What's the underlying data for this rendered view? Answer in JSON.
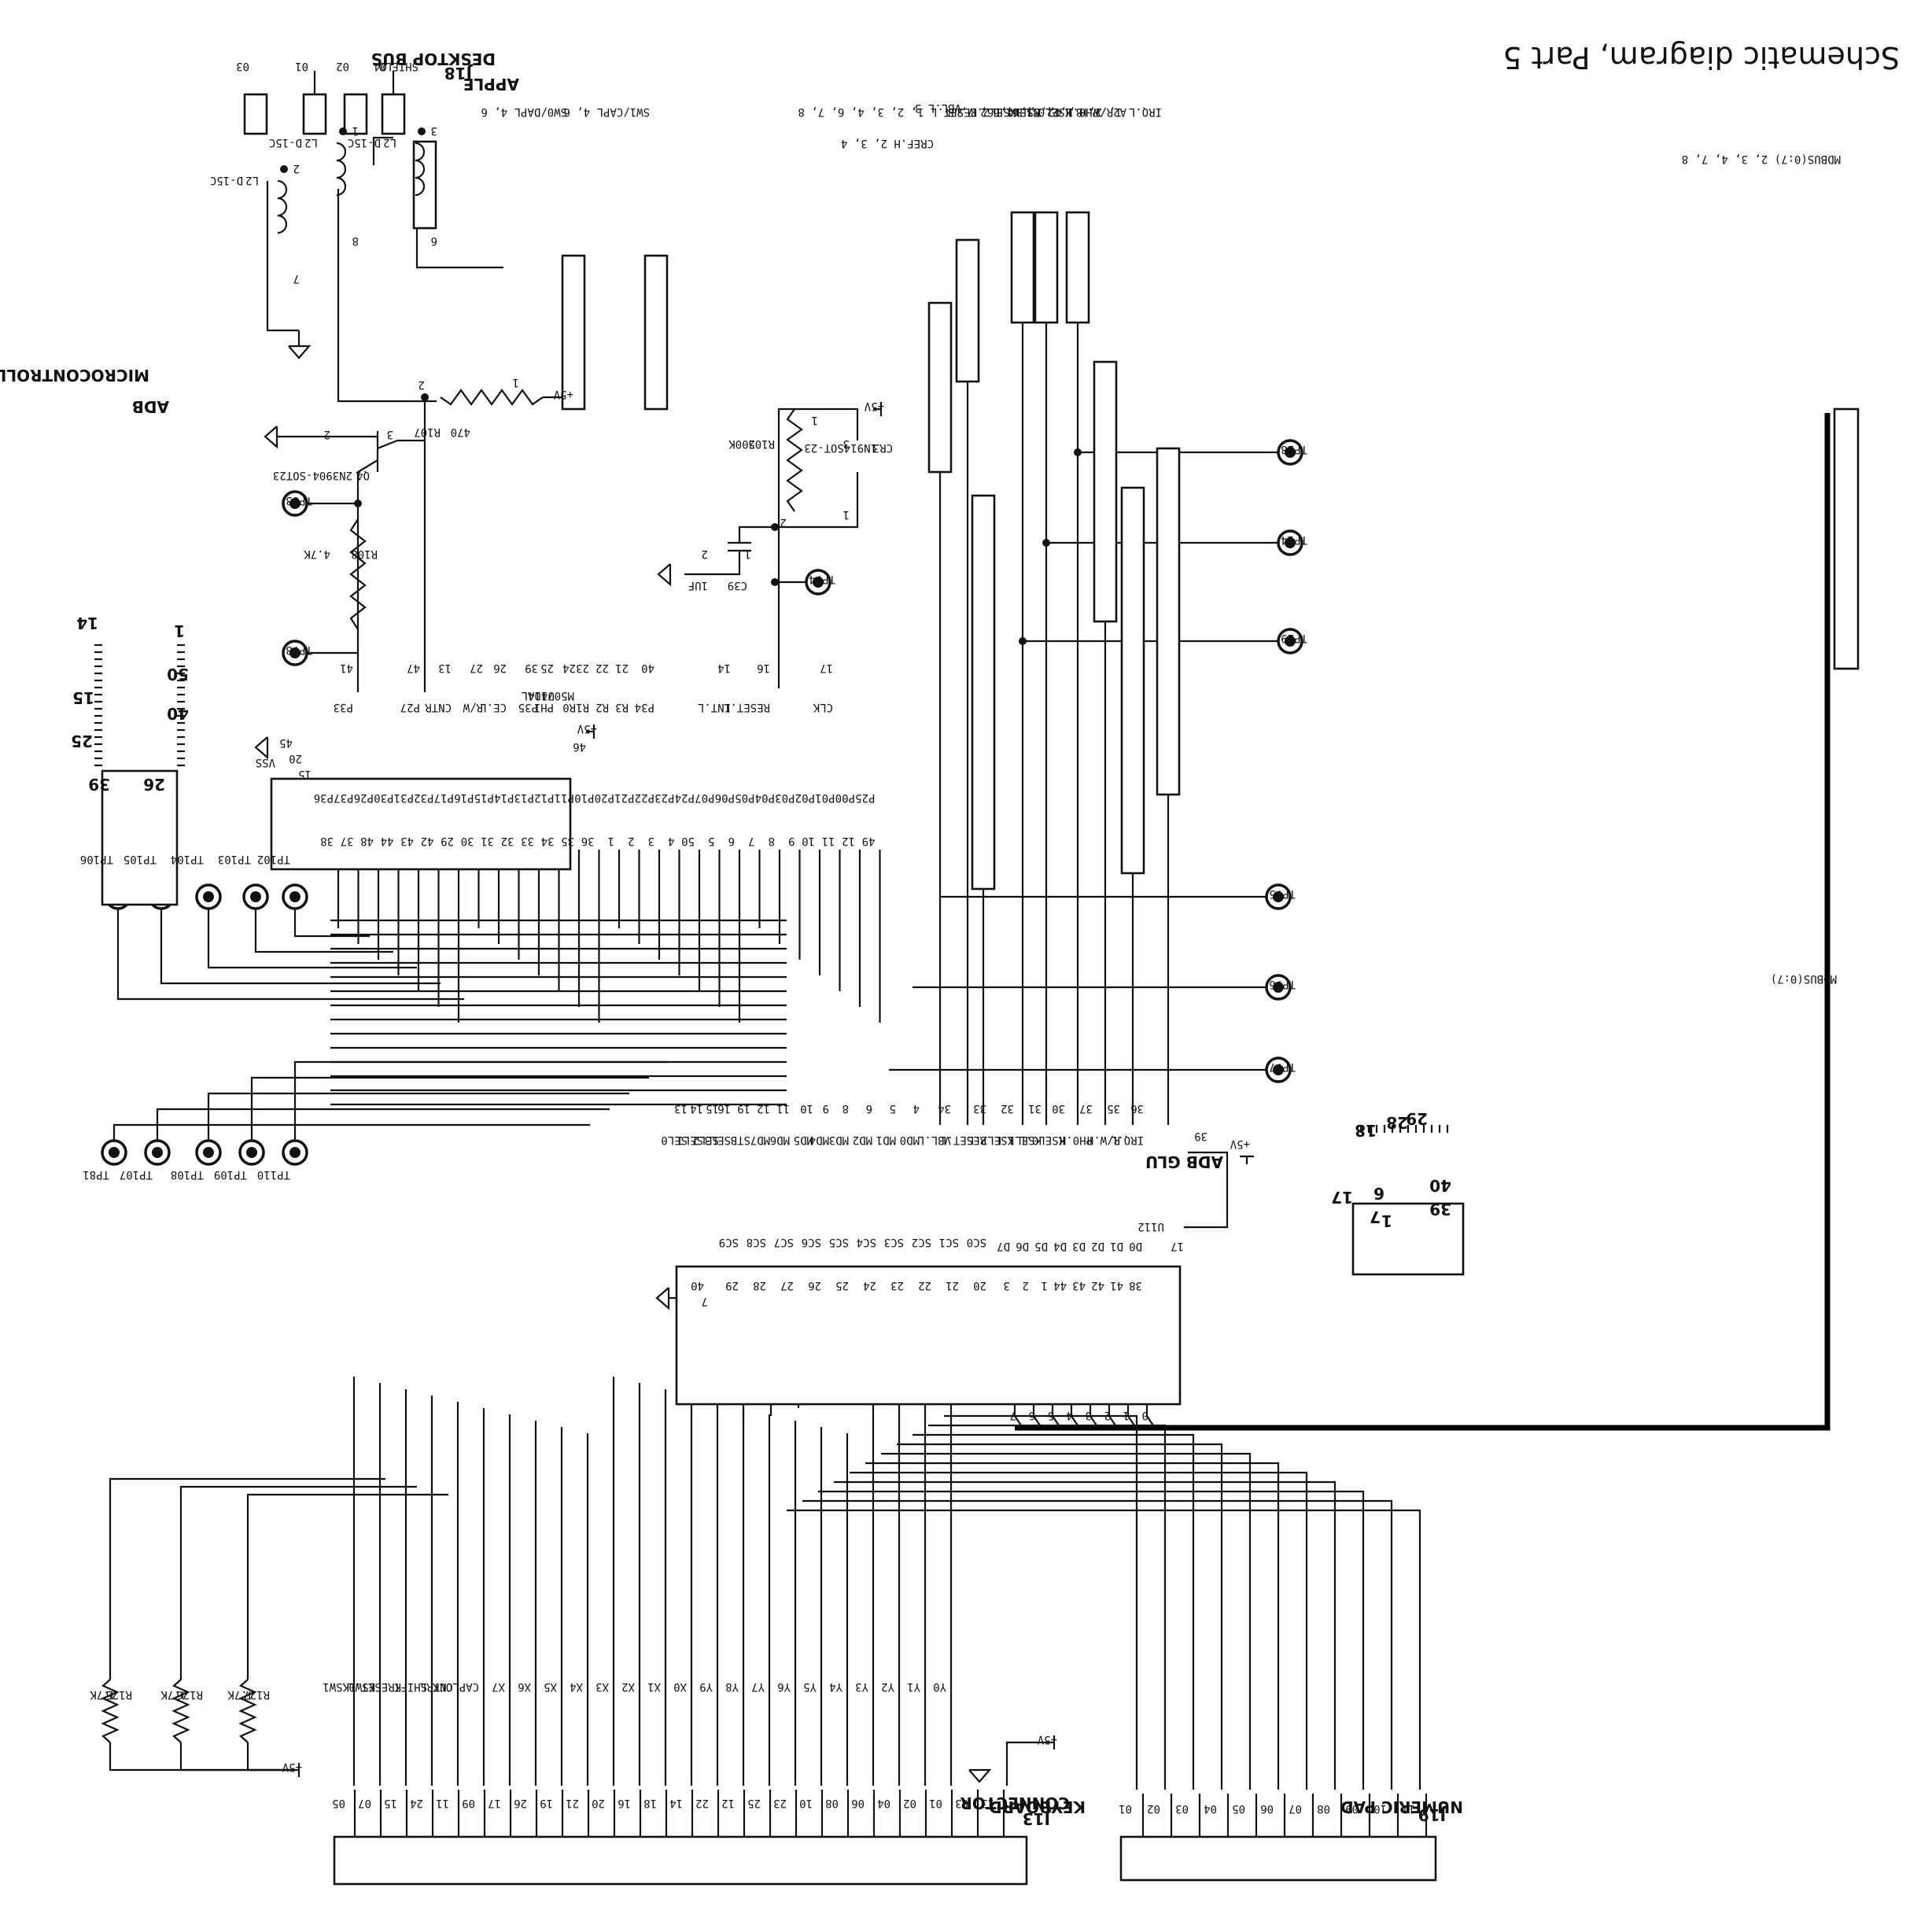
{
  "title": "Schematic diagram, Part 5",
  "bus_connector": "MDBUS(0:7) 2, 3, 4, 7, 8",
  "bus_label": "MDBUS(0:7)",
  "off_sheet_right": [
    "IRQ.L 1, 2, 3, 4, 7, 8",
    "A2R/W.H 1, 2, 3, 4, 6, 7, 8",
    "PH0.H 2, 3, 4, 6",
    "KSEL0.L 6",
    "KSEL1.L 2",
    "KSEL2.L 2",
    "RESET.L 1, 2, 3, 4, 6, 7, 8",
    "VBL.L 3",
    "CREF.H 2, 3, 4"
  ],
  "off_sheet_mid": [
    "SW1/CAPL 4, 6",
    "SW0/DAPL 4, 6"
  ],
  "adb_connector": {
    "title_line1": "APPLE",
    "title_line2": "DESKTOP BUS",
    "ref": "J18",
    "pins": [
      "SHIELD",
      "04",
      "02",
      "01",
      "03"
    ]
  },
  "chokes": [
    {
      "name": "L2",
      "part": "D-15C",
      "pin_a": "3",
      "pin_b": "6"
    },
    {
      "name": "L2",
      "part": "D-15C",
      "pin_a": "1",
      "pin_b": "8"
    },
    {
      "name": "L2",
      "part": "D-15C",
      "pin_a": "2",
      "pin_b": "7"
    }
  ],
  "power": "+5V",
  "r107": {
    "ref": "R107",
    "value": "470",
    "p1": "1",
    "p2": "2"
  },
  "q4": {
    "ref": "Q4",
    "part": "2N3904-SOT23",
    "p1": "1",
    "p2": "2",
    "p3": "3"
  },
  "r108": {
    "ref": "R108",
    "value": "4.7K",
    "p1": "1",
    "p2": "2"
  },
  "r105": {
    "ref": "R105",
    "value": "200K",
    "p1": "1",
    "p2": "2"
  },
  "cr3": {
    "ref": "CR3",
    "part": "1N914SOT-23",
    "p1": "1",
    "p3": "3"
  },
  "c39": {
    "ref": "C39",
    "value": "1UF",
    "p1": "1",
    "p2": "2"
  },
  "u114": {
    "ref": "U114",
    "part": "M50740AL",
    "vcc_pin": "46",
    "vss_label": "VSS",
    "top_pins": [
      {
        "num": "41",
        "name": "P33"
      },
      {
        "num": "47",
        "name": "P27"
      },
      {
        "num": "13",
        "name": "CNTR"
      },
      {
        "num": "27",
        "name": "R/W"
      },
      {
        "num": "26",
        "name": "CE.L"
      },
      {
        "num": "39",
        "name": "P35"
      },
      {
        "num": "25",
        "name": "PHI"
      },
      {
        "num": "24",
        "name": "R0"
      },
      {
        "num": "23",
        "name": "R1"
      },
      {
        "num": "22",
        "name": "R2"
      },
      {
        "num": "21",
        "name": "R3"
      },
      {
        "num": "40",
        "name": "P34"
      },
      {
        "num": "14",
        "name": "INT.L"
      },
      {
        "num": "16",
        "name": "RESET.L"
      },
      {
        "num": "17",
        "name": "CLK"
      }
    ],
    "vss_pins": [
      "45",
      "20",
      "15"
    ],
    "bottom_pins": [
      {
        "num": "38",
        "name": "P36"
      },
      {
        "num": "37",
        "name": "P37"
      },
      {
        "num": "48",
        "name": "P26"
      },
      {
        "num": "44",
        "name": "P30"
      },
      {
        "num": "43",
        "name": "P31"
      },
      {
        "num": "42",
        "name": "P32"
      },
      {
        "num": "29",
        "name": "P17"
      },
      {
        "num": "30",
        "name": "P16"
      },
      {
        "num": "31",
        "name": "P15"
      },
      {
        "num": "32",
        "name": "P14"
      },
      {
        "num": "33",
        "name": "P13"
      },
      {
        "num": "34",
        "name": "P12"
      },
      {
        "num": "35",
        "name": "P11"
      },
      {
        "num": "36",
        "name": "P10"
      },
      {
        "num": "1",
        "name": "P20"
      },
      {
        "num": "2",
        "name": "P21"
      },
      {
        "num": "3",
        "name": "P22"
      },
      {
        "num": "4",
        "name": "P23"
      },
      {
        "num": "50",
        "name": "P24"
      },
      {
        "num": "5",
        "name": "P07"
      },
      {
        "num": "6",
        "name": "P06"
      },
      {
        "num": "7",
        "name": "P05"
      },
      {
        "num": "8",
        "name": "P04"
      },
      {
        "num": "9",
        "name": "P03"
      },
      {
        "num": "10",
        "name": "P02"
      },
      {
        "num": "11",
        "name": "P01"
      },
      {
        "num": "12",
        "name": "P00"
      },
      {
        "num": "49",
        "name": "P25"
      }
    ]
  },
  "u112": {
    "ref": "U112",
    "vcc_pin": "39",
    "gnd_pins": [
      "40",
      "7"
    ],
    "right_pin": "17",
    "top_pins": [
      {
        "num": "13",
        "name": "SEL0"
      },
      {
        "num": "14",
        "name": "SEL1"
      },
      {
        "num": "15",
        "name": "SEL2"
      },
      {
        "num": "16",
        "name": "SEL3"
      },
      {
        "num": "19",
        "name": "STB"
      },
      {
        "num": "12",
        "name": "MD7"
      },
      {
        "num": "11",
        "name": "MD6"
      },
      {
        "num": "10",
        "name": "MD5"
      },
      {
        "num": "9",
        "name": "MD4"
      },
      {
        "num": "8",
        "name": "MD3"
      },
      {
        "num": "6",
        "name": "MD2"
      },
      {
        "num": "5",
        "name": "MD1"
      },
      {
        "num": "4",
        "name": "MD0"
      },
      {
        "num": "34",
        "name": "VBL.L"
      },
      {
        "num": "33",
        "name": "RESET.L"
      },
      {
        "num": "32",
        "name": "KSEL2.L"
      },
      {
        "num": "31",
        "name": "KSEL1.L"
      },
      {
        "num": "30",
        "name": "KSEL0.L"
      },
      {
        "num": "37",
        "name": "PH0.H"
      },
      {
        "num": "35",
        "name": "R/W.H"
      },
      {
        "num": "36",
        "name": "IRQ.L"
      }
    ],
    "bottom_pins": [
      {
        "num": "29",
        "name": "SC9"
      },
      {
        "num": "28",
        "name": "SC8"
      },
      {
        "num": "27",
        "name": "SC7"
      },
      {
        "num": "26",
        "name": "SC6"
      },
      {
        "num": "25",
        "name": "SC5"
      },
      {
        "num": "24",
        "name": "SC4"
      },
      {
        "num": "23",
        "name": "SC3"
      },
      {
        "num": "22",
        "name": "SC2"
      },
      {
        "num": "21",
        "name": "SC1"
      },
      {
        "num": "20",
        "name": "SC0"
      }
    ],
    "data_pins": [
      {
        "num": "3",
        "name": "D7"
      },
      {
        "num": "2",
        "name": "D6"
      },
      {
        "num": "1",
        "name": "D5"
      },
      {
        "num": "44",
        "name": "D4"
      },
      {
        "num": "43",
        "name": "D3"
      },
      {
        "num": "42",
        "name": "D2"
      },
      {
        "num": "41",
        "name": "D1"
      },
      {
        "num": "38",
        "name": "D0"
      }
    ]
  },
  "bus_entries": [
    "7",
    "6",
    "5",
    "4",
    "3",
    "2",
    "1",
    "0"
  ],
  "test_points": [
    "TP28",
    "TP14",
    "TP29",
    "TP75",
    "TP76",
    "TP77",
    "TP74",
    "TP83",
    "TP78",
    "TP102",
    "TP103",
    "TP104",
    "TP105",
    "TP106",
    "TP110",
    "TP109",
    "TP108",
    "TP107",
    "TP81"
  ],
  "tp_pin": "1",
  "pullups": [
    {
      "ref": "R125",
      "value": "4.7K"
    },
    {
      "ref": "R126",
      "value": "4.7K"
    },
    {
      "ref": "R127",
      "value": "4.7K"
    }
  ],
  "keyboard_connector": {
    "title_line1": "KEYBOARD",
    "title_line2": "CONNECTOR",
    "ref": "J13",
    "pins": [
      "05",
      "07",
      "15",
      "24",
      "11",
      "09",
      "17",
      "26",
      "19",
      "21",
      "20",
      "16",
      "18",
      "14",
      "22",
      "12",
      "25",
      "23",
      "10",
      "08",
      "06",
      "04",
      "02",
      "01",
      "03",
      "13"
    ],
    "signals": [
      "KSW1",
      "KSW0",
      "KRESET.L",
      "SHIFT",
      "CNTRL",
      "CAPLOCK",
      "X7",
      "X6",
      "X5",
      "X4",
      "X3",
      "X2",
      "X1",
      "X0",
      "Y9",
      "Y8",
      "Y7",
      "Y6",
      "Y5",
      "Y4",
      "Y3",
      "Y2",
      "Y1",
      "Y0"
    ]
  },
  "numeric_pad": {
    "title": "NUMERIC PAD",
    "ref": "J19",
    "pins": [
      "01",
      "02",
      "03",
      "04",
      "05",
      "06",
      "07",
      "08",
      "09",
      "10",
      "11"
    ]
  },
  "adb_micro": {
    "title_line1": "ADB",
    "title_line2": "MICROCONTROLLER",
    "corners": [
      "14",
      "1",
      "50",
      "15",
      "40",
      "25",
      "26",
      "39"
    ]
  },
  "adb_glu": {
    "title": "ADB GLU",
    "corners": [
      "28",
      "18",
      "17",
      "29",
      "7",
      "39",
      "40",
      "1",
      "6"
    ]
  }
}
